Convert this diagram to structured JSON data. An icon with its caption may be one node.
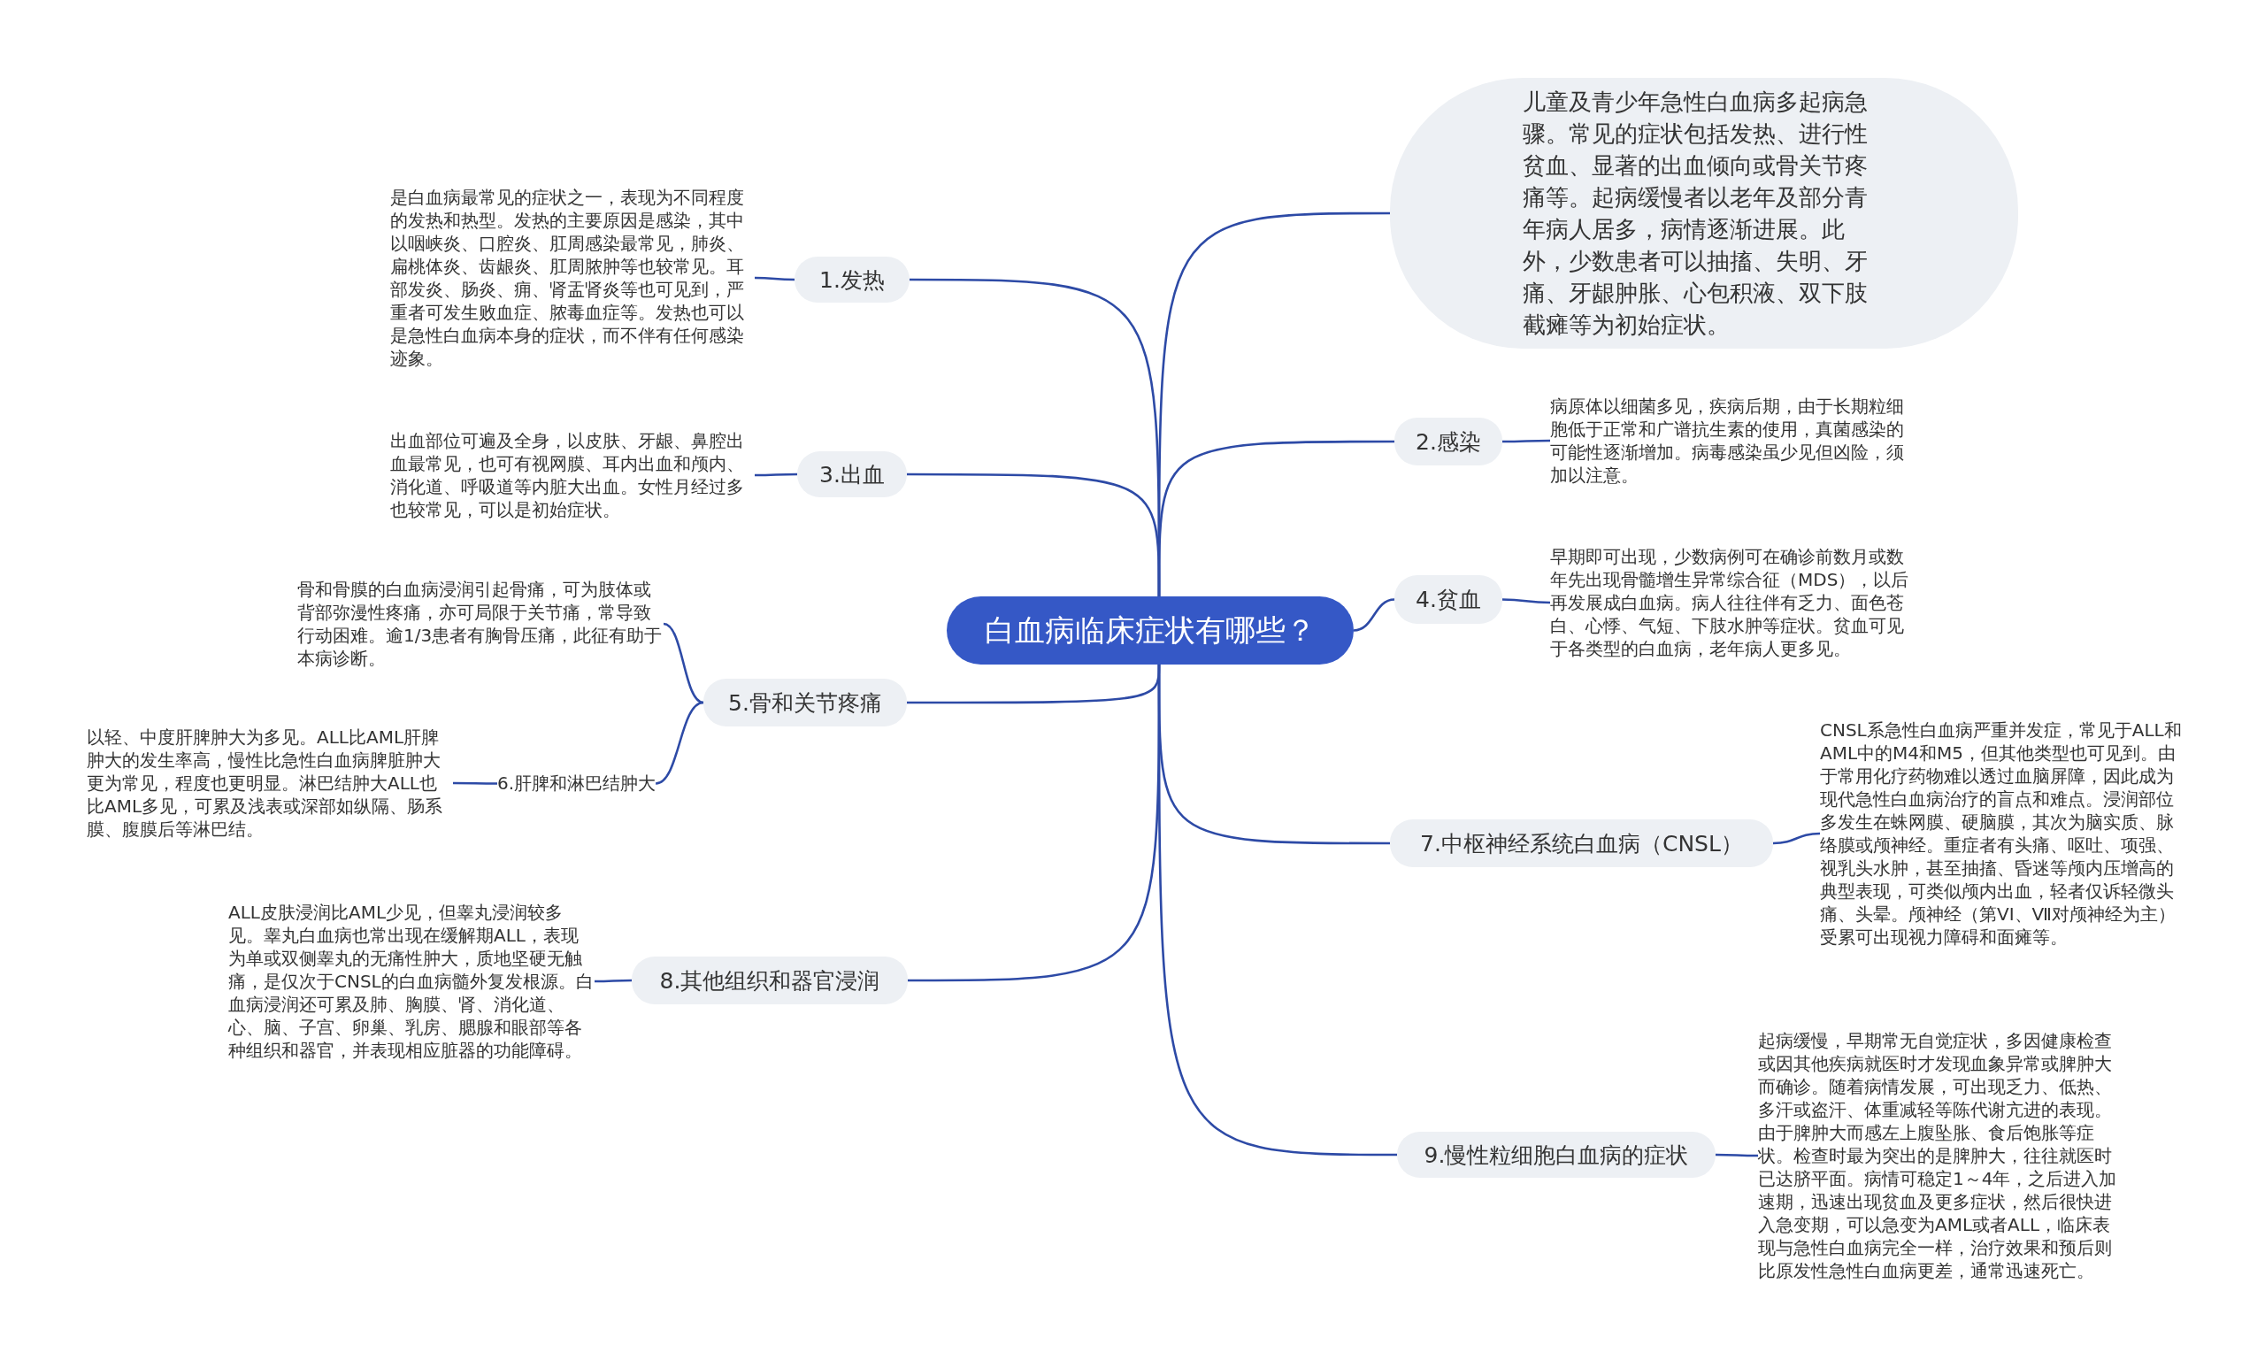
{
  "diagram": {
    "nodes": [
      {
        "text": [
          "白血病临床症状有哪些？"
        ]
      },
      {
        "text": [
          "儿童及青少年急性白血病多起病急骤。常见的症状包括发热、进行性贫血、显著的出血倾向或骨关节疼痛等。起病缓慢者以老年及部分青年病人居多，病情逐渐进展。此外，少数患者可以抽搐、失明、牙痛、牙龈肿胀、心包积液、双下肢截瘫等为初始症状。"
        ]
      },
      {
        "text": [
          "1.发热"
        ]
      },
      {
        "text": [
          "是白血病最常见的症状之一，表现为不同程度的发热和热型。发热的主要原因是感染，其中以咽峡炎、口腔炎、肛周感染最常见，肺炎、扁桃体炎、齿龈炎、肛周脓肿等也较常见。耳部发炎、肠炎、痈、肾盂肾炎等也可见到，严重者可发生败血症、脓毒血症等。发热也可以是急性白血病本身的症状，而不伴有任何感染迹象。"
        ]
      },
      {
        "text": [
          "2.感染"
        ]
      },
      {
        "text": [
          "病原体以细菌多见，疾病后期，由于长期粒细胞低于正常和广谱抗生素的使用，真菌感染的可能性逐渐增加。病毒感染虽少见但凶险，须加以注意。"
        ]
      },
      {
        "text": [
          "3.出血"
        ]
      },
      {
        "text": [
          "出血部位可遍及全身，以皮肤、牙龈、鼻腔出血最常见，也可有视网膜、耳内出血和颅内、消化道、呼吸道等内脏大出血。女性月经过多也较常见，可以是初始症状。"
        ]
      },
      {
        "text": [
          "4.贫血"
        ]
      },
      {
        "text": [
          "早期即可出现，少数病例可在确诊前数月或数年先出现骨髓增生异常综合征（MDS），以后再发展成白血病。病人往往伴有乏力、面色苍白、心悸、气短、下肢水肿等症状。贫血可见于各类型的白血病，老年病人更多见。"
        ]
      },
      {
        "text": [
          "5.骨和关节疼痛"
        ]
      },
      {
        "text": [
          "骨和骨膜的白血病浸润引起骨痛，可为肢体或背部弥漫性疼痛，亦可局限于关节痛，常导致行动困难。逾1/3患者有胸骨压痛，此征有助于本病诊断。"
        ]
      },
      {
        "text": [
          "6.肝脾和淋巴结肿大"
        ]
      },
      {
        "text": [
          "以轻、中度肝脾肿大为多见。ALL比AML肝脾肿大的发生率高，慢性比急性白血病脾脏肿大更为常见，程度也更明显。淋巴结肿大ALL也比AML多见，可累及浅表或深部如纵隔、肠系膜、腹膜后等淋巴结。"
        ]
      },
      {
        "text": [
          "7.中枢神经系统白血病（CNSL）"
        ]
      },
      {
        "text": [
          "CNSL系急性白血病严重并发症，常见于ALL和AML中的M4和M5，但其他类型也可见到。由于常用化疗药物难以透过血脑屏障，因此成为现代急性白血病治疗的盲点和难点。浸润部位多发生在蛛网膜、硬脑膜，其次为脑实质、脉络膜或颅神经。重症者有头痛、呕吐、项强、视乳头水肿，甚至抽搐、昏迷等颅内压增高的典型表现，可类似颅内出血，轻者仅诉轻微头痛、头晕。颅神经（第VI、Ⅶ对颅神经为主）受累可出现视力障碍和面瘫等。"
        ]
      },
      {
        "text": [
          "8.其他组织和器官浸润"
        ]
      },
      {
        "text": [
          "ALL皮肤浸润比AML少见，但睾丸浸润较多见。睾丸白血病也常出现在缓解期ALL，表现为单或双侧睾丸的无痛性肿大，质地坚硬无触痛，是仅次于CNSL的白血病髓外复发根源。白血病浸润还可累及肺、胸膜、肾、消化道、心、脑、子宫、卵巢、乳房、腮腺和眼部等各种组织和器官，并表现相应脏器的功能障碍。"
        ]
      },
      {
        "text": [
          "9.慢性粒细胞白血病的症状"
        ]
      },
      {
        "text": [
          "起病缓慢，早期常无自觉症状，多因健康检查或因其他疾病就医时才发现血象异常或脾肿大而确诊。随着病情发展，可出现乏力、低热、多汗或盗汗、体重减轻等陈代谢亢进的表现。由于脾肿大而感左上腹坠胀、食后饱胀等症状。检查时最为突出的是脾肿大，往往就医时已达脐平面。病情可稳定1～4年，之后进入加速期，迅速出现贫血及更多症状，然后很快进入急变期，可以急变为AML或者ALL，临床表现与急性白血病完全一样，治疗效果和预后则比原发性急性白血病更差，通常迅速死亡。"
        ]
      }
    ],
    "edges": [
      {
        "from": 0,
        "to": 1,
        "arrow": "none"
      },
      {
        "from": 0,
        "to": 2,
        "arrow": "none"
      },
      {
        "from": 2,
        "to": 3,
        "arrow": "none"
      },
      {
        "from": 0,
        "to": 4,
        "arrow": "none"
      },
      {
        "from": 4,
        "to": 5,
        "arrow": "none"
      },
      {
        "from": 0,
        "to": 6,
        "arrow": "none"
      },
      {
        "from": 6,
        "to": 7,
        "arrow": "none"
      },
      {
        "from": 0,
        "to": 8,
        "arrow": "none"
      },
      {
        "from": 8,
        "to": 9,
        "arrow": "none"
      },
      {
        "from": 0,
        "to": 10,
        "arrow": "none"
      },
      {
        "from": 10,
        "to": 11,
        "arrow": "none"
      },
      {
        "from": 10,
        "to": 12,
        "arrow": "none"
      },
      {
        "from": 12,
        "to": 13,
        "arrow": "none"
      },
      {
        "from": 0,
        "to": 14,
        "arrow": "none"
      },
      {
        "from": 14,
        "to": 15,
        "arrow": "none"
      },
      {
        "from": 0,
        "to": 16,
        "arrow": "none"
      },
      {
        "from": 16,
        "to": 17,
        "arrow": "none"
      },
      {
        "from": 0,
        "to": 18,
        "arrow": "none"
      },
      {
        "from": 18,
        "to": 19,
        "arrow": "none"
      }
    ]
  }
}
